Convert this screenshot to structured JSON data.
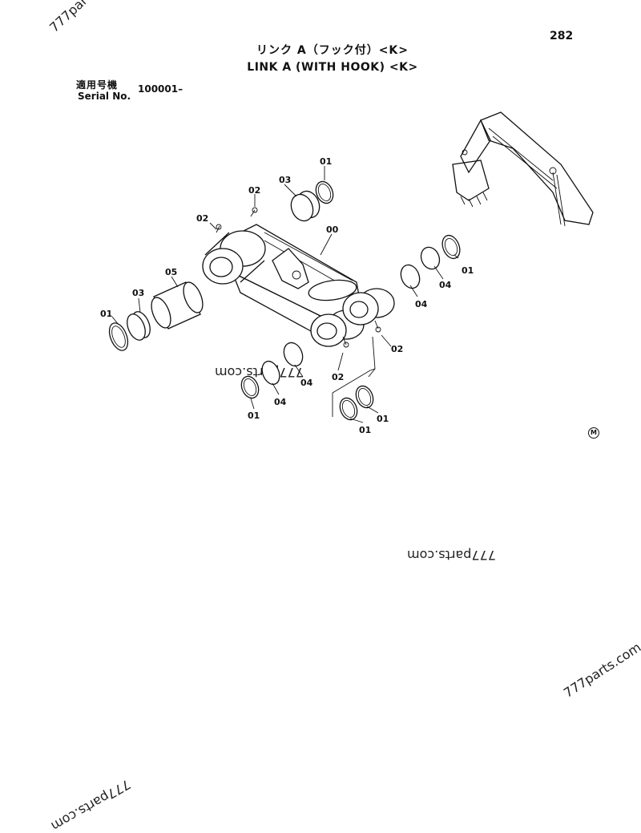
{
  "page_number": "282",
  "title": {
    "japanese": "リンク A（フック付）<K>",
    "english": "LINK A (WITH HOOK) <K>"
  },
  "serial": {
    "label_japanese": "適用号機",
    "label_english": "Serial No.",
    "value": "100001–"
  },
  "callouts": {
    "part_00": "00",
    "part_01": "01",
    "part_02": "02",
    "part_03": "03",
    "part_04": "04",
    "part_05": "05"
  },
  "mark_symbol": "M",
  "watermark": "777parts.com"
}
